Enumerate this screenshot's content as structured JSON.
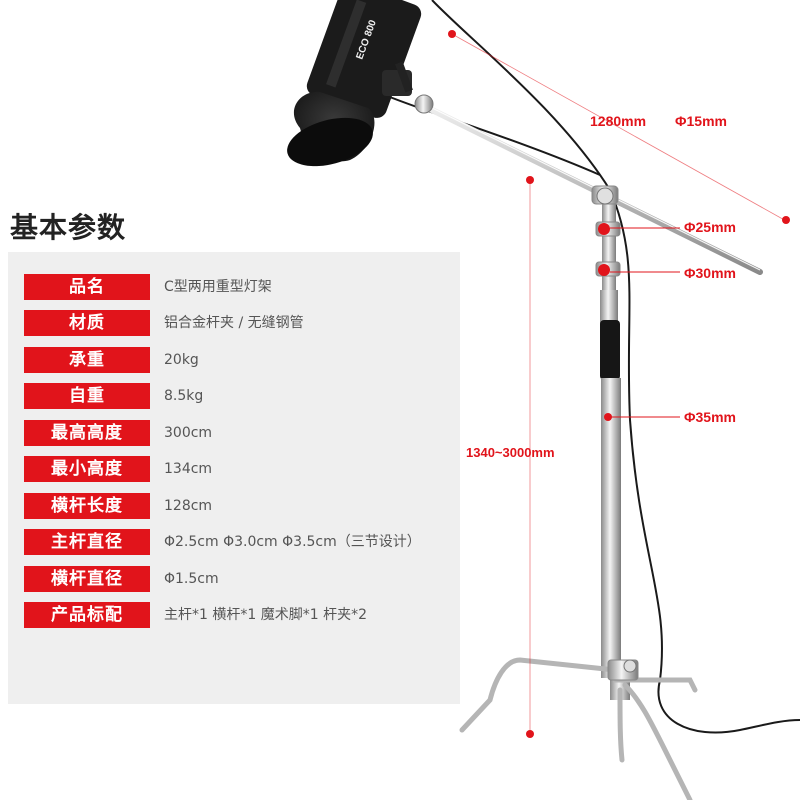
{
  "title": "基本参数",
  "specs": [
    {
      "label": "品名",
      "value": "C型两用重型灯架"
    },
    {
      "label": "材质",
      "value": "铝合金杆夹 / 无缝钢管"
    },
    {
      "label": "承重",
      "value": "20kg"
    },
    {
      "label": "自重",
      "value": "8.5kg"
    },
    {
      "label": "最高高度",
      "value": "300cm"
    },
    {
      "label": "最小高度",
      "value": "134cm"
    },
    {
      "label": "横杆长度",
      "value": "128cm"
    },
    {
      "label": "主杆直径",
      "value": "Φ2.5cm Φ3.0cm Φ3.5cm（三节设计）"
    },
    {
      "label": "横杆直径",
      "value": "Φ1.5cm"
    },
    {
      "label": "产品标配",
      "value": "主杆*1  横杆*1  魔术脚*1  杆夹*2"
    }
  ],
  "dimensions": {
    "boom_length": "1280mm",
    "boom_diameter": "Φ15mm",
    "d1": "Φ25mm",
    "d2": "Φ30mm",
    "d3": "Φ35mm",
    "height_range": "1340~3000mm"
  },
  "light_brand": "ECO 800",
  "colors": {
    "accent": "#e1141b",
    "panel": "#efefef",
    "steel": "#c8c8c8"
  }
}
